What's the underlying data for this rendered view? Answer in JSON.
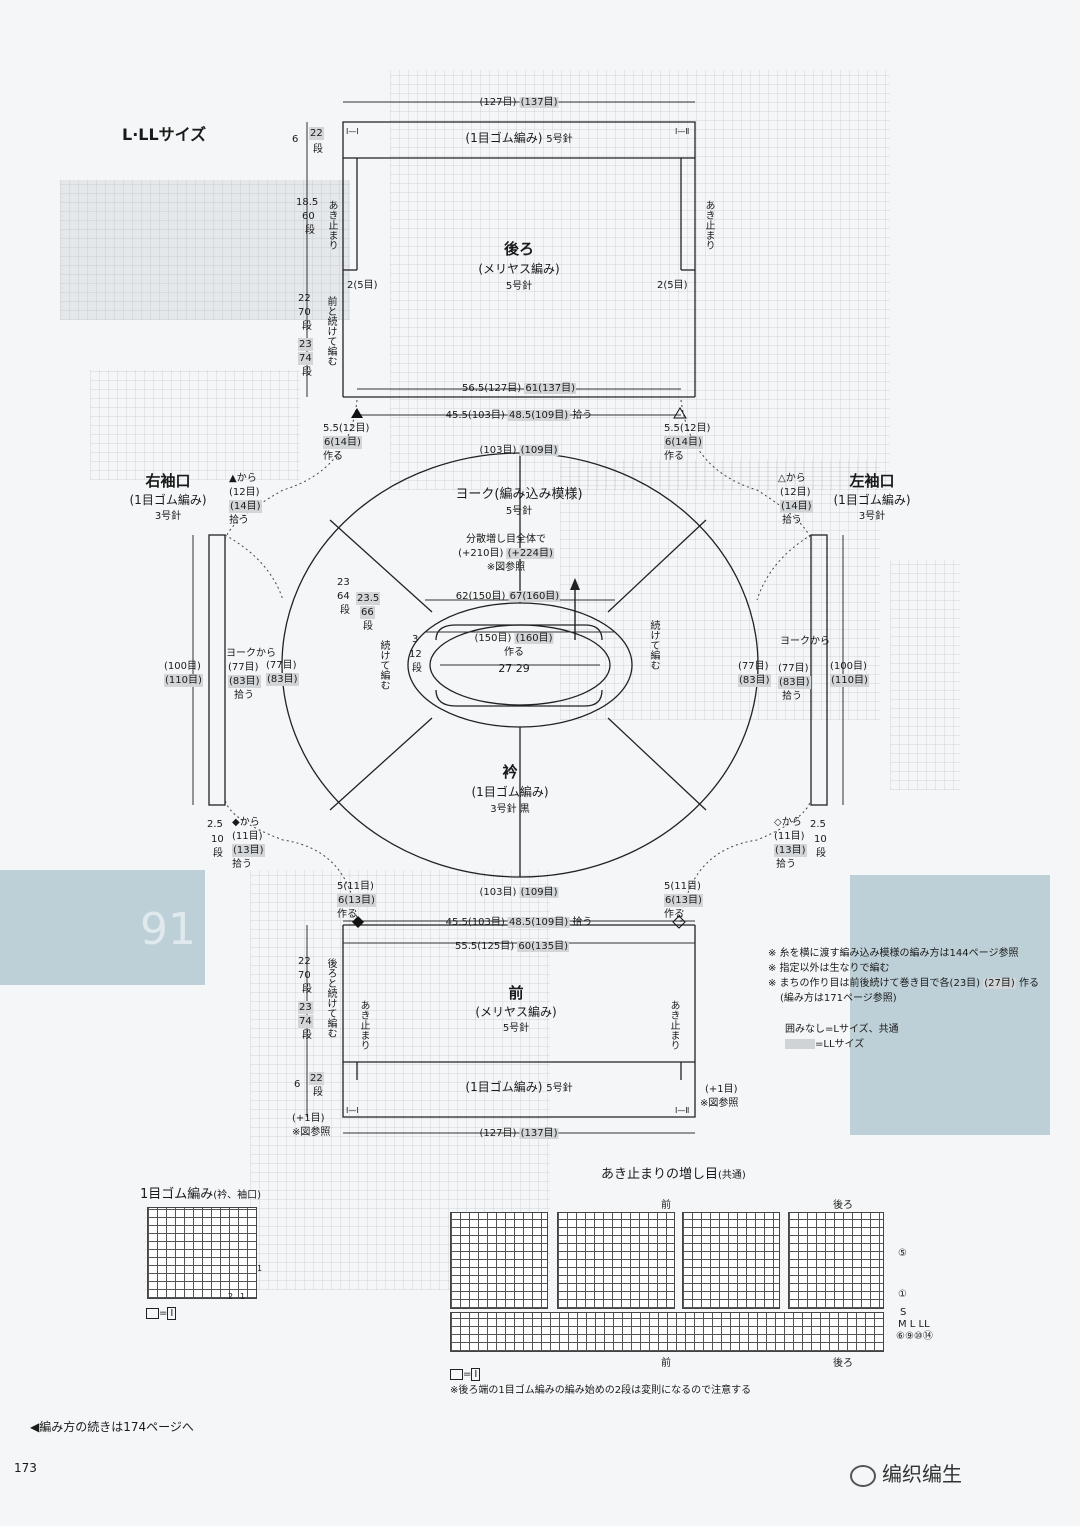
{
  "size_title": "L·LLサイズ",
  "back": {
    "width_top": "(127目)",
    "width_top_ll": "(137目)",
    "rib": "(1目ゴム編み)",
    "rib_needle": "5号針",
    "rows_6": "6",
    "rows_22": "22",
    "rows_22_unit": "段",
    "rows_185": "18.5",
    "rows_60": "60",
    "rows_60_unit": "段",
    "akidomari": "あき止まり",
    "name": "後ろ",
    "stitch": "(メリヤス編み)",
    "needle": "5号針",
    "left_2": "2(5目)",
    "right_2": "2(5目)",
    "rows_22b": "22",
    "rows_70": "70",
    "rows_70_unit": "段",
    "rows_23": "23",
    "rows_74": "74",
    "rows_74_unit": "段",
    "cont": "前と続けて編む",
    "w565": "56.5(127目)",
    "w61": "61(137目)",
    "w455": "45.5(103目)",
    "w485": "48.5(109目)",
    "pick": "拾う",
    "corner_l1": "5.5(12目)",
    "corner_l2": "6(14目)",
    "corner_l3": "作る",
    "corner_r1": "5.5(12目)",
    "corner_r2": "6(14目)",
    "corner_r3": "作る",
    "i1": "Ⅰ—Ⅰ",
    "i2": "Ⅰ—Ⅱ"
  },
  "yoke": {
    "top": "(103目)",
    "top_ll": "(109目)",
    "name": "ヨーク(編み込み模様)",
    "needle": "5号針",
    "inc1": "分散増し目全体で",
    "inc2": "(+210目)",
    "inc3": "(+224目)",
    "inc4": "※図参照",
    "h23": "23",
    "h64": "64",
    "h64_unit": "段",
    "h235": "23.5",
    "h66": "66",
    "h66_unit": "段",
    "w62": "62(150目)",
    "w67": "67(160目)",
    "w150": "(150目)",
    "w160": "(160目)",
    "make": "作る",
    "n3": "3",
    "n12": "12",
    "n12_unit": "段",
    "cont": "続けて編む",
    "cont2": "続けて編む",
    "inner_w": "27 29",
    "bottom": "(103目)",
    "bottom_ll": "(109目)"
  },
  "collar": {
    "name": "衿",
    "stitch": "(1目ゴム編み)",
    "needle": "3号針 黒"
  },
  "right_cuff": {
    "name": "右袖口",
    "stitch": "(1目ゴム編み)",
    "needle": "3号針",
    "from": "▲から",
    "p12": "(12目)",
    "p14": "(14目)",
    "pick": "拾う",
    "yoke_from": "ヨークから",
    "y77": "(77目)",
    "y83": "(83目)",
    "yy77": "(77目)",
    "yy83": "(83目)",
    "pick2": "拾う",
    "c100": "(100目)",
    "c110": "(110目)",
    "b25": "2.5",
    "b10": "10",
    "b10_unit": "段",
    "b_from": "◆から",
    "b11": "(11目)",
    "b13": "(13目)",
    "b_pick": "拾う"
  },
  "left_cuff": {
    "name": "左袖口",
    "stitch": "(1目ゴム編み)",
    "needle": "3号針",
    "from": "△から",
    "p12": "(12目)",
    "p14": "(14目)",
    "pick": "拾う",
    "yoke_from": "ヨークから",
    "y77": "(77目)",
    "y83": "(83目)",
    "yy77": "(77目)",
    "yy83": "(83目)",
    "pick2": "拾う",
    "c100": "(100目)",
    "c110": "(110目)",
    "b25": "2.5",
    "b10": "10",
    "b10_unit": "段",
    "b_from": "◇から",
    "b11": "(11目)",
    "b13": "(13目)",
    "b_pick": "拾う"
  },
  "front": {
    "l1": "5(11目)",
    "l2": "6(13目)",
    "l3": "作る",
    "r1": "5(11目)",
    "r2": "6(13目)",
    "r3": "作る",
    "w455": "45.5(103目)",
    "w485": "48.5(109目)",
    "pick": "拾う",
    "w555": "55.5(125目)",
    "w60": "60(135目)",
    "name": "前",
    "stitch": "(メリヤス編み)",
    "needle": "5号針",
    "akidomari": "あき止まり",
    "rows_22": "22",
    "rows_70": "70",
    "rows_70_unit": "段",
    "rows_23": "23",
    "rows_74": "74",
    "rows_74_unit": "段",
    "cont": "後ろと続けて編む",
    "rows_6": "6",
    "rows_22b": "22",
    "rows_22b_unit": "段",
    "plus1": "(+1目)",
    "ref": "※図参照",
    "plus1r": "(+1目)",
    "refr": "※図参照",
    "rib": "(1目ゴム編み)",
    "rib_needle": "5号針",
    "w127": "(127目)",
    "w137": "(137目)",
    "i1": "Ⅰ—Ⅰ",
    "i2": "Ⅰ—Ⅱ"
  },
  "notes": {
    "n1": "※ 糸を横に渡す編み込み模様の編み方は144ページ参照",
    "n2": "※ 指定以外は生なりで編む",
    "n3a": "※ まちの作り目は前後続けて巻き目で各(23目)",
    "n3b": "(27目)",
    "n3c": "作る",
    "n4": "(編み方は171ページ参照)",
    "legend1": "囲みなし=Lサイズ、共通",
    "legend2": "=LLサイズ"
  },
  "rib_chart": {
    "title": "1目ゴム編み",
    "title_sub": "(衿、袖口)",
    "legend": "=",
    "legend_sym": "Ⅰ",
    "n1": "1",
    "n2": "2",
    "n1b": "1"
  },
  "inc_chart": {
    "title": "あき止まりの増し目",
    "title_sub": "(共通)",
    "front": "前",
    "back": "後ろ",
    "front_b": "前",
    "back_b": "後ろ",
    "r5": "⑤",
    "r1": "①",
    "sizes": "S",
    "sizes2": "M L LL",
    "sizes3": "⑥⑨⑩⑭",
    "legend": "=",
    "legend_sym": "Ⅰ",
    "note": "※後ろ端の1目ゴム編みの編み始めの2段は変則になるので注意する"
  },
  "footer": {
    "cont": "◀編み方の続きは174ページへ",
    "page": "173",
    "watermark": "编织编生"
  },
  "side_badge": "91"
}
